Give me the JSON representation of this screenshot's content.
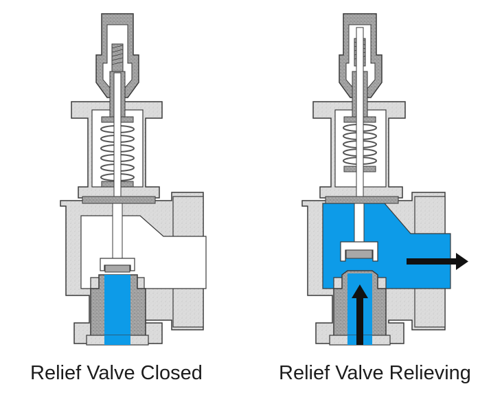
{
  "captions": {
    "closed": "Relief Valve Closed",
    "relieving": "Relief Valve Relieving"
  },
  "colors": {
    "body_metal": "#d9d9d9",
    "dark_metal": "#9a9a9a",
    "outline": "#3a3a3a",
    "fluid": "#0d9be8",
    "background": "#ffffff",
    "arrow": "#111111",
    "spring": "#555555"
  },
  "valves": [
    {
      "state": "closed"
    },
    {
      "state": "relieving"
    }
  ]
}
